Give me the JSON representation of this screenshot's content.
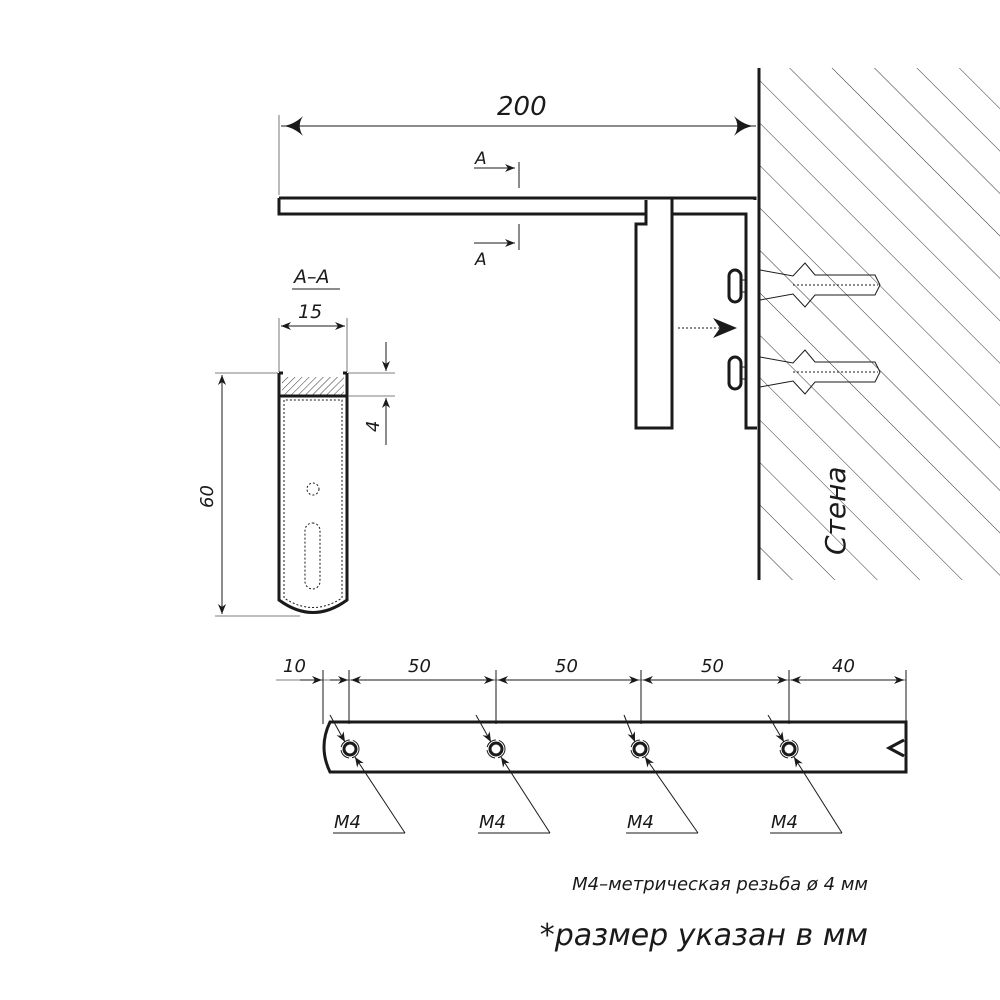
{
  "drawing": {
    "overall_length": "200",
    "section_mark": "A",
    "section_title": "A–A",
    "section_width": "15",
    "section_height": "60",
    "section_thickness": "4",
    "wall_label": "Стена",
    "rail_dims": [
      "10",
      "50",
      "50",
      "50",
      "40"
    ],
    "thread_labels": [
      "M4",
      "M4",
      "M4",
      "M4"
    ],
    "note_thread": "M4–метрическая резьба ø 4 мм",
    "note_units": "*размер указан в мм"
  },
  "colors": {
    "line": "#1a1a1a",
    "background": "#ffffff"
  }
}
